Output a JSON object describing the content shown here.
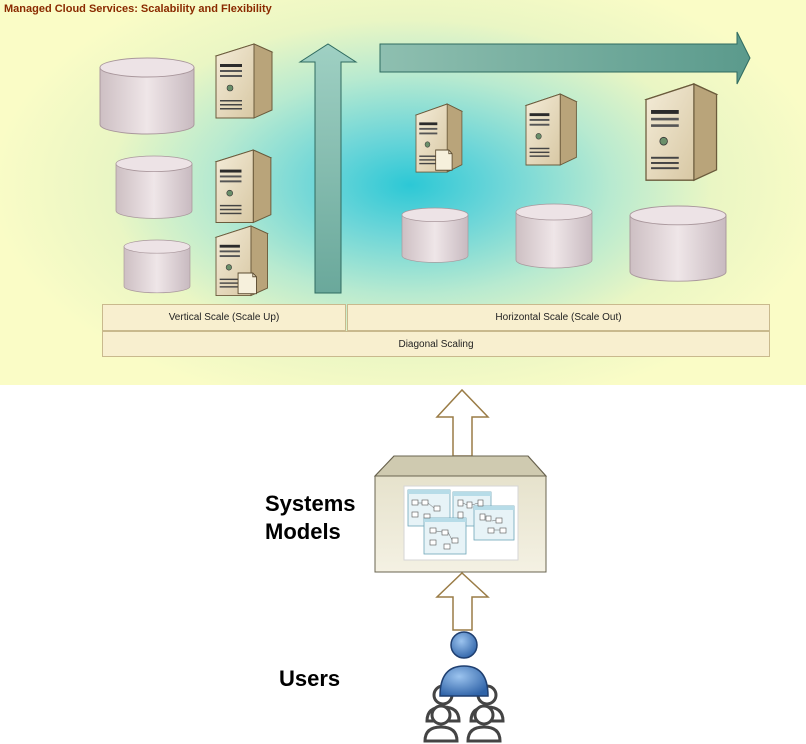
{
  "panel": {
    "title": "Managed Cloud Services: Scalability and Flexibility"
  },
  "scale_bars": {
    "vertical": "Vertical Scale (Scale Up)",
    "horizontal": "Horizontal Scale (Scale Out)",
    "diagonal": "Diagonal Scaling"
  },
  "labels": {
    "systems_line1": "Systems",
    "systems_line2": "Models",
    "users": "Users"
  },
  "colors": {
    "panel_title": "#8a2a00",
    "scale_arrow": "#5fa59a",
    "server_body": "#e8dcc2",
    "storage_body": "#e0d2d6",
    "user_icon": "#4a7fc1"
  },
  "icons": {
    "server": "server-icon",
    "storage": "storage-cylinder-icon",
    "users": "user-group-icon",
    "model": "system-model-diagram-icon"
  }
}
